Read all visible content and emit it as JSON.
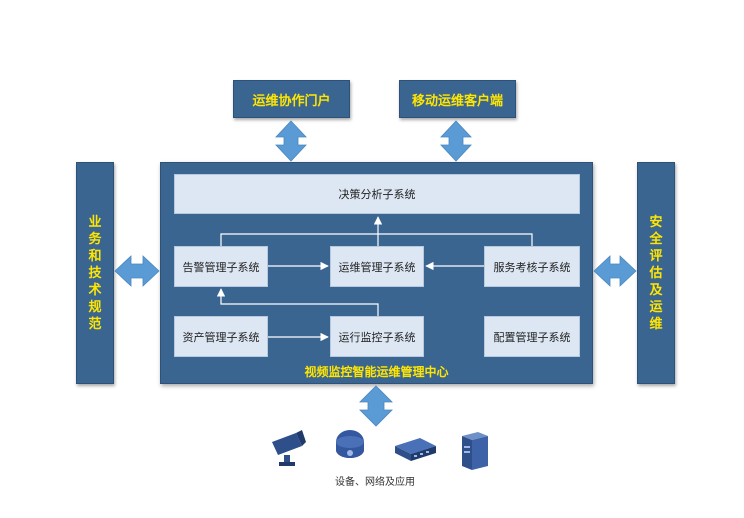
{
  "top_boxes": {
    "portal": "运维协作门户",
    "mobile": "移动运维客户端"
  },
  "side_boxes": {
    "left": [
      "业",
      "务",
      "和",
      "技",
      "术",
      "规",
      "范"
    ],
    "right": [
      "安",
      "全",
      "评",
      "估",
      "及",
      "运",
      "维"
    ]
  },
  "center": {
    "title": "视频监控智能运维管理中心",
    "subsystems": {
      "decision": "决策分析子系统",
      "alarm": "告警管理子系统",
      "ops": "运维管理子系统",
      "service": "服务考核子系统",
      "asset": "资产管理子系统",
      "monitor": "运行监控子系统",
      "config": "配置管理子系统"
    }
  },
  "devices": {
    "caption": "设备、网络及应用",
    "icons": [
      "camera-icon",
      "dome-camera-icon",
      "network-switch-icon",
      "server-icon"
    ]
  },
  "colors": {
    "box_fill": "#3b6591",
    "label_yellow": "#ffe600",
    "subsystem_fill": "#dde7f4",
    "arrow_fill": "#5b9bd5"
  }
}
